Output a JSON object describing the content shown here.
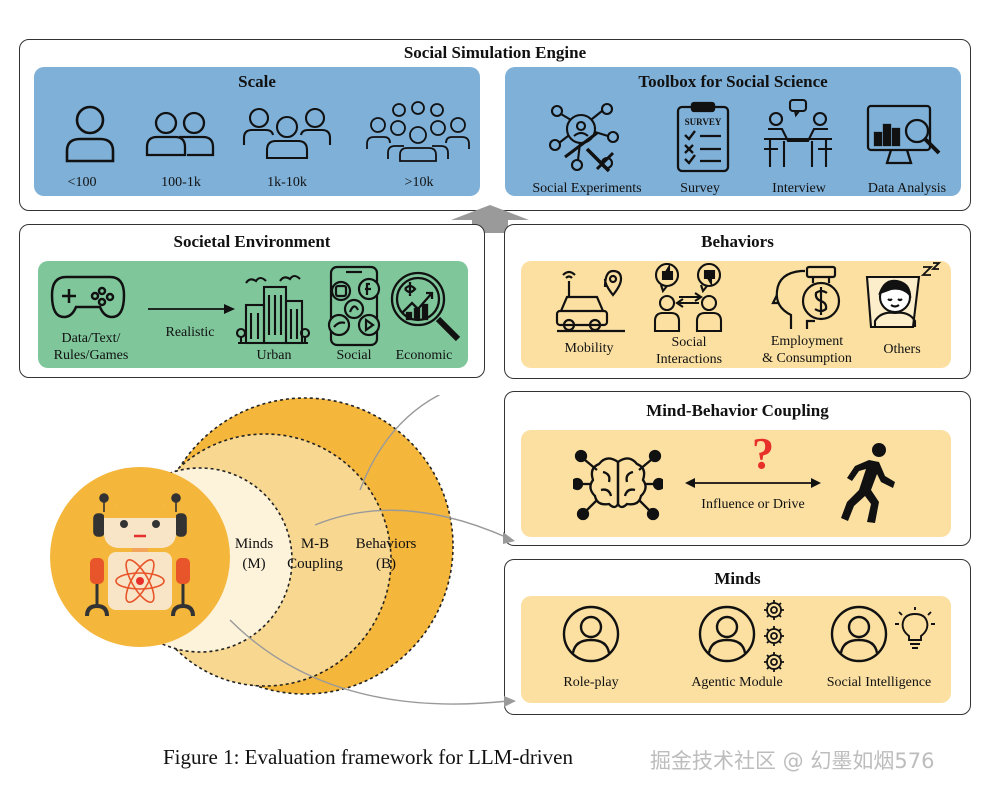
{
  "engine": {
    "title": "Social Simulation Engine",
    "scale": {
      "title": "Scale",
      "items": [
        "<100",
        "100-1k",
        "1k-10k",
        ">10k"
      ]
    },
    "toolbox": {
      "title": "Toolbox for Social Science",
      "items": [
        "Social Experiments",
        "Survey",
        "Interview",
        "Data Analysis"
      ],
      "survey_icon_text": "SURVEY"
    }
  },
  "environment": {
    "title": "Societal Environment",
    "source": "Data/Text/ Rules/Games",
    "source_lines": [
      "Data/Text/",
      "Rules/Games"
    ],
    "arrow_label": "Realistic",
    "items": [
      "Urban",
      "Social",
      "Economic"
    ]
  },
  "behaviors": {
    "title": "Behaviors",
    "items": [
      {
        "lines": [
          "Mobility"
        ]
      },
      {
        "lines": [
          "Social",
          "Interactions"
        ]
      },
      {
        "lines": [
          "Employment",
          "& Consumption"
        ]
      },
      {
        "lines": [
          "Others"
        ]
      }
    ]
  },
  "coupling": {
    "title": "Mind-Behavior Coupling",
    "arrow_label": "Influence or Drive",
    "question_mark": "?"
  },
  "minds": {
    "title": "Minds",
    "items": [
      "Role-play",
      "Agentic Module",
      "Social Intelligence"
    ]
  },
  "venn": {
    "minds": [
      "Minds",
      "(M)"
    ],
    "coupling": [
      "M-B",
      "Coupling"
    ],
    "behaviors": [
      "Behaviors",
      "(B)"
    ]
  },
  "caption": "Figure 1: Evaluation framework for LLM-driven",
  "watermark": "掘金技术社区 @ 幻墨如烟576",
  "colors": {
    "blue": "#7fb0d8",
    "green": "#7fc69b",
    "yellow": "#fbe0a2",
    "orange": "#f4b63b",
    "accent_red": "#e8302a"
  }
}
